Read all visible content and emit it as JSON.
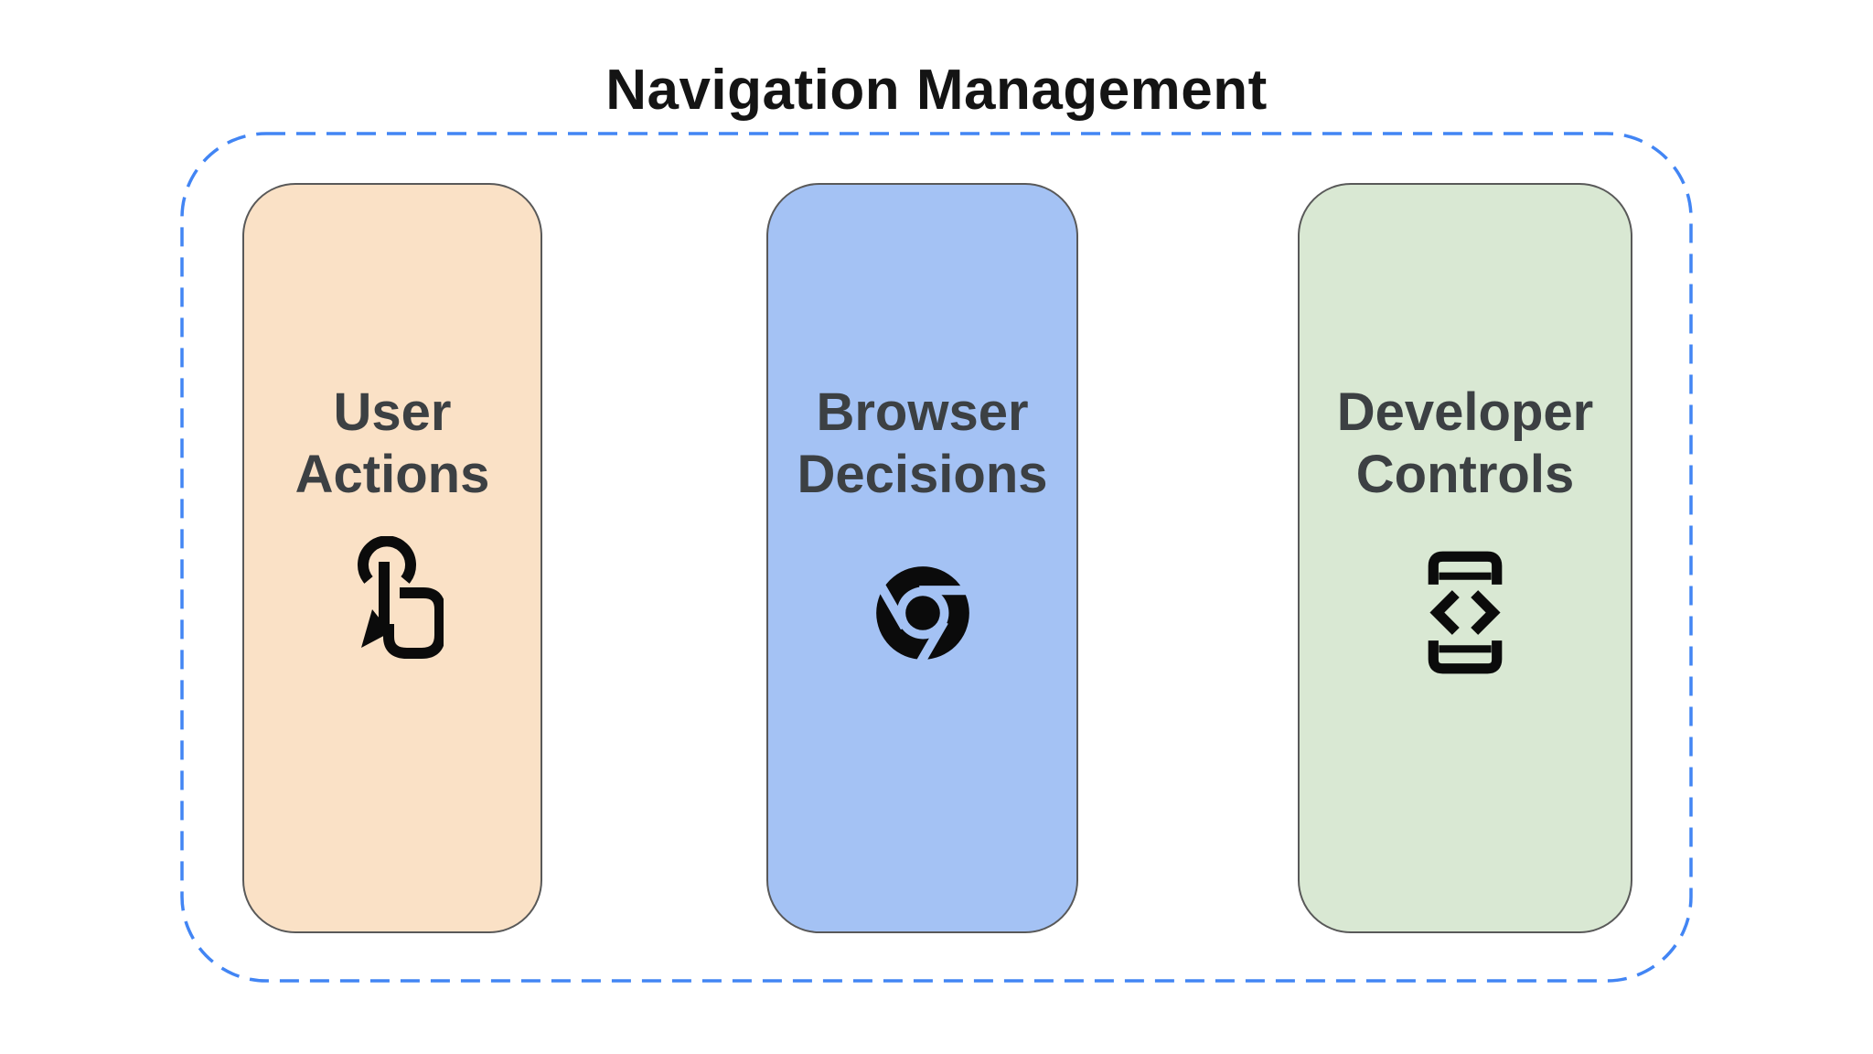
{
  "title": "Navigation Management",
  "diagram": {
    "container": {
      "border_style": "dashed",
      "border_color": "#4285F4"
    },
    "cards": [
      {
        "id": "user-actions",
        "label": "User Actions",
        "icon": "tap-gesture-icon",
        "bg": "#FAE1C6"
      },
      {
        "id": "browser-decisions",
        "label": "Browser Decisions",
        "icon": "chrome-browser-icon",
        "bg": "#A4C2F4"
      },
      {
        "id": "developer-controls",
        "label": "Developer Controls",
        "icon": "developer-mode-icon",
        "bg": "#D9E8D3"
      }
    ]
  },
  "colors": {
    "background": "#FFFFFF",
    "title_text": "#141414",
    "label_text": "#3C4043",
    "card_outline": "#595959",
    "dashed_border": "#4285F4",
    "icon": "#0B0B0B"
  }
}
